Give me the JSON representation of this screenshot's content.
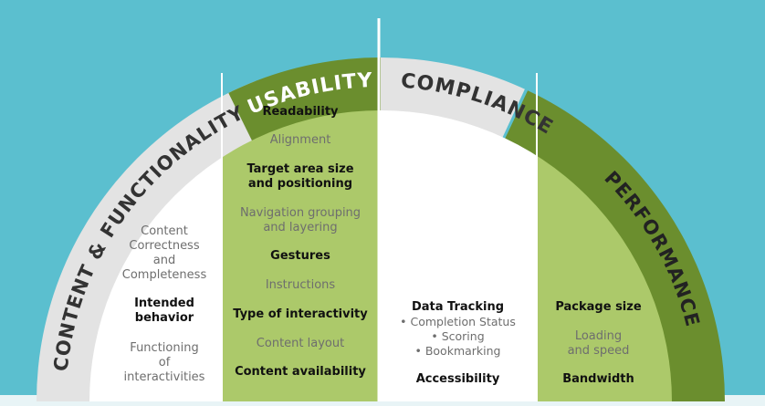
{
  "colors": {
    "background": "#5bbfcf",
    "light_gray": "#e3e3e3",
    "dark_green": "#6b8e2e",
    "light_green": "#acc96a",
    "white": "#ffffff",
    "text_dark": "#222222",
    "text_muted": "#6e6e6e"
  },
  "sections": [
    {
      "id": "content",
      "heading": "CONTENT & FUNCTIONALITY",
      "items": [
        {
          "text": "Content Correctness and Completeness",
          "lines": [
            "Content",
            "Correctness",
            "and",
            "Completeness"
          ],
          "bold": false
        },
        {
          "text": "Intended behavior",
          "lines": [
            "Intended",
            "behavior"
          ],
          "bold": true
        },
        {
          "text": "Functioning of interactivities",
          "lines": [
            "Functioning",
            "of",
            "interactivities"
          ],
          "bold": false
        }
      ]
    },
    {
      "id": "usability",
      "heading": "USABILITY",
      "items": [
        {
          "text": "Readability",
          "lines": [
            "Readability"
          ],
          "bold": true
        },
        {
          "text": "Alignment",
          "lines": [
            "Alignment"
          ],
          "bold": false
        },
        {
          "text": "Target area size and positioning",
          "lines": [
            "Target area size",
            "and positioning"
          ],
          "bold": true
        },
        {
          "text": "Navigation grouping and layering",
          "lines": [
            "Navigation grouping",
            "and layering"
          ],
          "bold": false
        },
        {
          "text": "Gestures",
          "lines": [
            "Gestures"
          ],
          "bold": true
        },
        {
          "text": "Instructions",
          "lines": [
            "Instructions"
          ],
          "bold": false
        },
        {
          "text": "Type of interactivity",
          "lines": [
            "Type of interactivity"
          ],
          "bold": true
        },
        {
          "text": "Content layout",
          "lines": [
            "Content layout"
          ],
          "bold": false
        },
        {
          "text": "Content availability",
          "lines": [
            "Content availability"
          ],
          "bold": true
        }
      ]
    },
    {
      "id": "compliance",
      "heading": "COMPLIANCE",
      "items": [
        {
          "text": "Data Tracking",
          "lines": [
            "Data Tracking"
          ],
          "bold": true
        },
        {
          "text": "• Completion Status",
          "lines": [
            "• Completion Status"
          ],
          "bold": false
        },
        {
          "text": "• Scoring",
          "lines": [
            "• Scoring"
          ],
          "bold": false
        },
        {
          "text": "• Bookmarking",
          "lines": [
            "• Bookmarking"
          ],
          "bold": false
        },
        {
          "text": "Accessibility",
          "lines": [
            "Accessibility"
          ],
          "bold": true
        }
      ]
    },
    {
      "id": "performance",
      "heading": "PERFORMANCE",
      "items": [
        {
          "text": "Package size",
          "lines": [
            "Package size"
          ],
          "bold": true
        },
        {
          "text": "Loading and speed",
          "lines": [
            "Loading",
            "and speed"
          ],
          "bold": false
        },
        {
          "text": "Bandwidth",
          "lines": [
            "Bandwidth"
          ],
          "bold": true
        }
      ]
    }
  ]
}
